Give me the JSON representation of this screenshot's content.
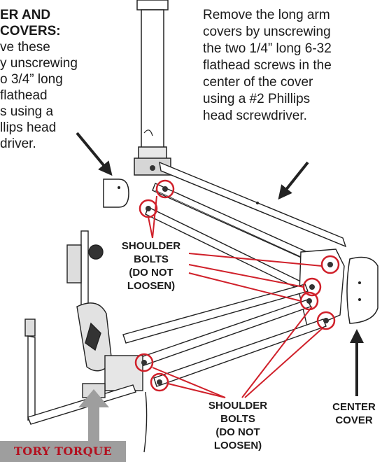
{
  "left_callout": {
    "heading": [
      "ER AND",
      "COVERS:"
    ],
    "lines": [
      "ve these",
      "y unscrewing",
      "o 3/4” long",
      "flathead",
      "s using a",
      "llips head",
      "driver."
    ]
  },
  "right_callout": {
    "lines": [
      "Remove the long arm",
      "covers by unscrewing",
      "the two 1/4” long 6-32",
      "flathead screws in the",
      "center of the cover",
      "using a #2 Phillips",
      "head screwdriver."
    ]
  },
  "labels": {
    "shoulder_bolts_top": [
      "SHOULDER",
      "BOLTS",
      "(DO NOT",
      "LOOSEN)"
    ],
    "shoulder_bolts_bottom": [
      "SHOULDER",
      "BOLTS",
      "(DO NOT",
      "LOOSEN)"
    ],
    "center_cover": [
      "CENTER",
      "COVER"
    ],
    "torque_bar": "TORY TORQUE"
  },
  "colors": {
    "callout_circle": "#d0202a",
    "arrow_dark": "#222222",
    "arrow_gray": "#9e9e9e",
    "torque_text": "#b3101f"
  }
}
